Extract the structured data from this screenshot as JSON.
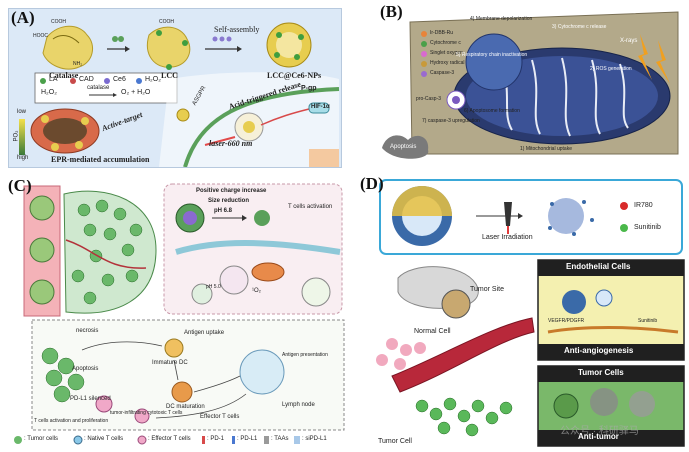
{
  "panel_a": {
    "label": "(A)",
    "catalase": "Catalase",
    "lcc": "LCC",
    "self_assembly": "Self-assembly",
    "lcc_ce6": "LCC@Ce6-NPs",
    "legend_la": "LA",
    "legend_cad": "CAD",
    "legend_ce6": "Ce6",
    "legend_h2o2": "H₂O₂",
    "reaction_left": "H₂O₂",
    "reaction_enzyme": "catalase",
    "reaction_right": "O₂ + H₂O",
    "po2": "PO₂",
    "low": "low",
    "high": "high",
    "active_target": "Active-target",
    "epr": "EPR-mediated accumulation",
    "asgpr": "ASGPR",
    "acid_release": "Acid-triggered release",
    "pgp": "P-gp",
    "hif": "HIF-1α",
    "laser": "laser-660 nm",
    "cooh": "COOH",
    "nh2": "NH₂",
    "hooc": "HOOC"
  },
  "panel_b": {
    "label": "(B)",
    "legend": [
      "Ir-DBB-Ru",
      "Cytochrome c",
      "Singlet oxygen",
      "Hydroxy radical",
      "Caspase-3"
    ],
    "membrane": "4) Membrane depolarization",
    "cytc_release": "3) Cytochrome c release",
    "resp_chain": "5) Respiratory chain inactivation",
    "xrays": "X-rays",
    "ros": "2) ROS generation",
    "procasp": "pro-Casp-3",
    "casp_up": "7) caspase-3 upregulation",
    "apoptosome": "6) Apoptosome formation",
    "uptake": "1) Mitochondrial uptake",
    "apoptosis": "Apoptosis"
  },
  "panel_c": {
    "label": "(C)",
    "pos_charge": "Positive charge increase",
    "size_red": "Size reduction",
    "ph68": "pH 6.8",
    "tcell_act": "T cells activation",
    "ph50": "pH 5.0",
    "o2": "¹O₂",
    "necrosis": "necrosis",
    "apoptosis": "Apoptosis",
    "antigen_uptake": "Antigen uptake",
    "immature_dc": "Immature DC",
    "dc_maturation": "DC maturation",
    "antigen_pres": "Antigen presentation",
    "pdl1_silenced": "PD-L1 silenced",
    "t_infil": "tumor-infiltrating cytotoxic T cells",
    "effector": "Effector T cells",
    "lymph": "Lymph node",
    "t_prolif": "T cells activation and proliferation",
    "legend": [
      ": Tumor cells",
      ": Native T cells",
      ": Effector T cells",
      ": PD-1",
      ": PD-L1",
      ": TAAs",
      ": siPD-L1"
    ]
  },
  "panel_d": {
    "label": "(D)",
    "laser": "Laser Irradiation",
    "ir780": "IR780",
    "sunitinib": "Sunitinib",
    "tumor_site": "Tumor Site",
    "normal_cell": "Normal Cell",
    "tumor_cell": "Tumor Cell",
    "endo_title": "Endothelial Cells",
    "vegfr": "VEGFR/PDGFR",
    "suni_small": "Sunitinib",
    "anti_angio": "Anti-angiogenesis",
    "tumor_title": "Tumor Cells",
    "anti_tumor": "Anti-tumor"
  },
  "watermark": "公众号 · 科研驿马"
}
